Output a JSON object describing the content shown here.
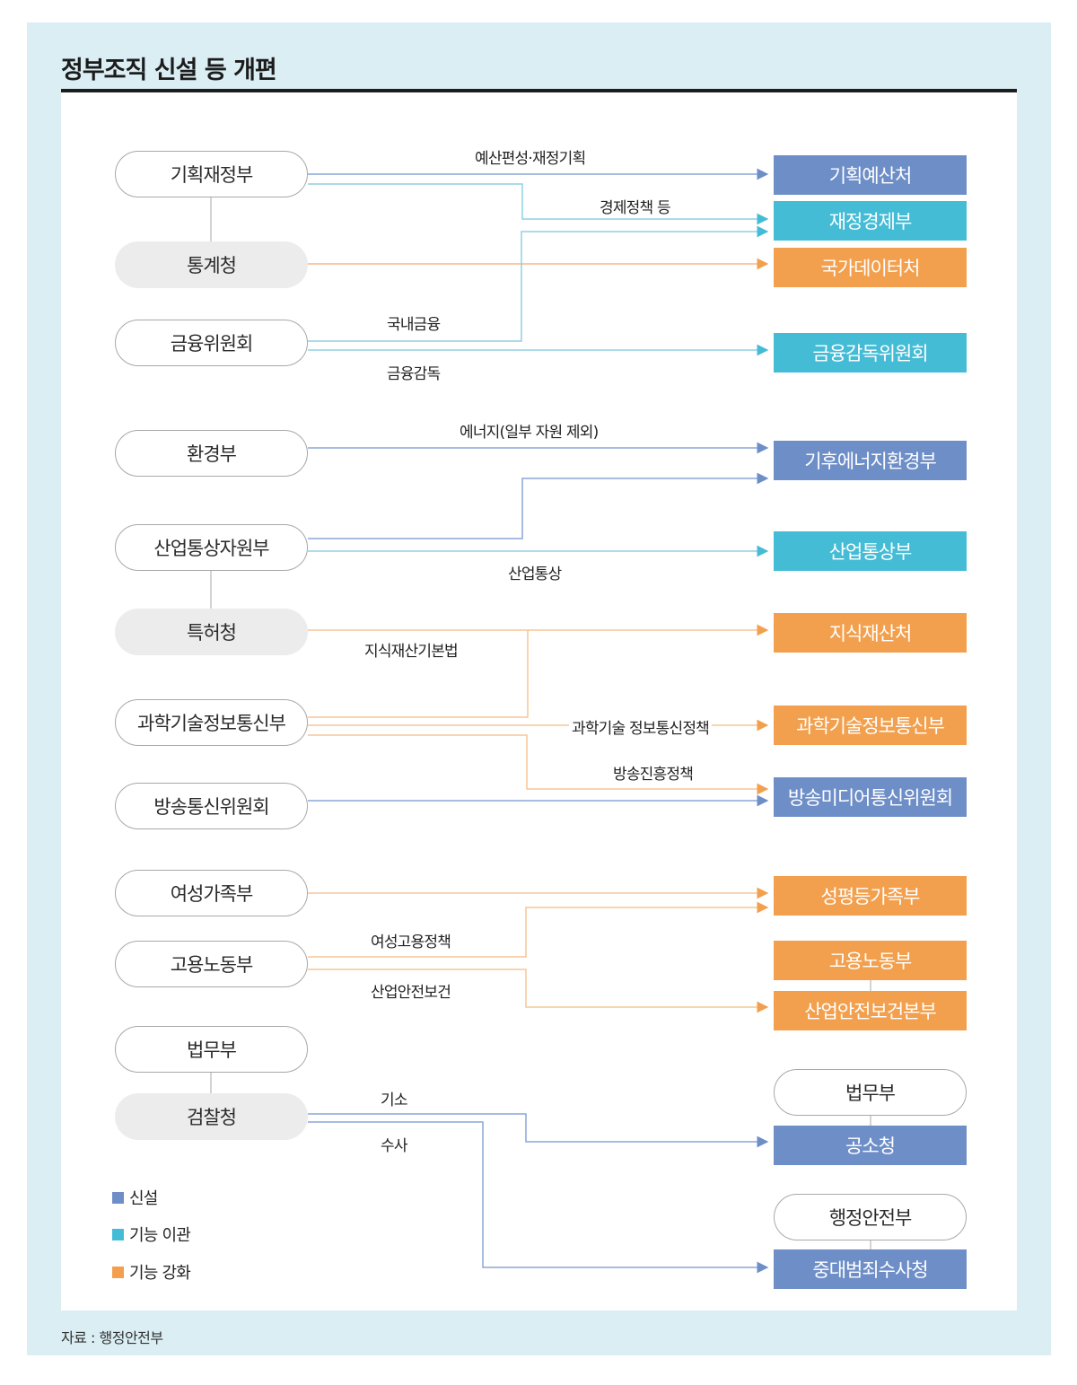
{
  "title": "정부조직 신설 등 개편",
  "source": "자료 : 행정안전부",
  "colors": {
    "new": "#6e8ec8",
    "transfer": "#45bcd6",
    "strengthen": "#f2a04e",
    "panel_bg": "#daeef4",
    "agency_bg": "#ececec"
  },
  "legend": [
    {
      "label": "신설",
      "color": "#6e8ec8"
    },
    {
      "label": "기능 이관",
      "color": "#45bcd6"
    },
    {
      "label": "기능 강화",
      "color": "#f2a04e"
    }
  ],
  "current_orgs": [
    {
      "id": "moef",
      "label": "기획재정부",
      "type": "ministry"
    },
    {
      "id": "kostat",
      "label": "통계청",
      "type": "agency"
    },
    {
      "id": "fsc",
      "label": "금융위원회",
      "type": "ministry"
    },
    {
      "id": "me",
      "label": "환경부",
      "type": "ministry"
    },
    {
      "id": "motie",
      "label": "산업통상자원부",
      "type": "ministry"
    },
    {
      "id": "kipo",
      "label": "특허청",
      "type": "agency"
    },
    {
      "id": "msit",
      "label": "과학기술정보통신부",
      "type": "ministry"
    },
    {
      "id": "kcc",
      "label": "방송통신위원회",
      "type": "ministry"
    },
    {
      "id": "mogef",
      "label": "여성가족부",
      "type": "ministry"
    },
    {
      "id": "moel",
      "label": "고용노동부",
      "type": "ministry"
    },
    {
      "id": "moj",
      "label": "법무부",
      "type": "ministry"
    },
    {
      "id": "spo",
      "label": "검찰청",
      "type": "agency"
    }
  ],
  "new_orgs": [
    {
      "id": "mpb",
      "label": "기획예산처",
      "category": "신설"
    },
    {
      "id": "mofe",
      "label": "재정경제부",
      "category": "기능 이관"
    },
    {
      "id": "nda",
      "label": "국가데이터처",
      "category": "기능 강화"
    },
    {
      "id": "fss",
      "label": "금융감독위원회",
      "category": "기능 이관"
    },
    {
      "id": "mcee",
      "label": "기후에너지환경부",
      "category": "신설"
    },
    {
      "id": "mit",
      "label": "산업통상부",
      "category": "기능 이관"
    },
    {
      "id": "ipo",
      "label": "지식재산처",
      "category": "기능 강화"
    },
    {
      "id": "msit2",
      "label": "과학기술정보통신부",
      "category": "기능 강화"
    },
    {
      "id": "bmcc",
      "label": "방송미디어통신위원회",
      "category": "신설"
    },
    {
      "id": "mge",
      "label": "성평등가족부",
      "category": "기능 강화"
    },
    {
      "id": "moel2",
      "label": "고용노동부",
      "category": "기능 강화"
    },
    {
      "id": "osh",
      "label": "산업안전보건본부",
      "category": "기능 강화"
    },
    {
      "id": "moj2",
      "label": "법무부",
      "category": "parent"
    },
    {
      "id": "pro",
      "label": "공소청",
      "category": "신설"
    },
    {
      "id": "mois",
      "label": "행정안전부",
      "category": "parent"
    },
    {
      "id": "scia",
      "label": "중대범죄수사청",
      "category": "신설"
    }
  ],
  "flow_labels": {
    "budget": "예산편성·재정기획",
    "econ": "경제정책 등",
    "domestic_fin": "국내금융",
    "fin_sup": "금융감독",
    "energy": "에너지(일부 자원 제외)",
    "trade": "산업통상",
    "ip_law": "지식재산기본법",
    "sci_ict": "과학기술 정보통신정책",
    "broadcast": "방송진흥정책",
    "women_emp": "여성고용정책",
    "safety": "산업안전보건",
    "prosecution": "기소",
    "investigation": "수사"
  },
  "chart_data": {
    "type": "diagram",
    "title": "정부조직 신설 등 개편",
    "edges": [
      {
        "from": "기획재정부",
        "to": "기획예산처",
        "label": "예산편성·재정기획",
        "category": "신설"
      },
      {
        "from": "기획재정부",
        "to": "재정경제부",
        "label": "경제정책 등",
        "category": "기능 이관"
      },
      {
        "from": "통계청",
        "to": "국가데이터처",
        "label": "",
        "category": "기능 강화"
      },
      {
        "from": "금융위원회",
        "to": "재정경제부",
        "label": "국내금융",
        "category": "기능 이관"
      },
      {
        "from": "금융위원회",
        "to": "금융감독위원회",
        "label": "금융감독",
        "category": "기능 이관"
      },
      {
        "from": "환경부",
        "to": "기후에너지환경부",
        "label": "에너지(일부 자원 제외)",
        "category": "신설"
      },
      {
        "from": "산업통상자원부",
        "to": "기후에너지환경부",
        "label": "",
        "category": "신설"
      },
      {
        "from": "산업통상자원부",
        "to": "산업통상부",
        "label": "산업통상",
        "category": "기능 이관"
      },
      {
        "from": "특허청",
        "to": "지식재산처",
        "label": "",
        "category": "기능 강화"
      },
      {
        "from": "과학기술정보통신부",
        "to": "지식재산처",
        "label": "지식재산기본법",
        "category": "기능 강화"
      },
      {
        "from": "과학기술정보통신부",
        "to": "과학기술정보통신부",
        "label": "과학기술 정보통신정책",
        "category": "기능 강화"
      },
      {
        "from": "과학기술정보통신부",
        "to": "방송미디어통신위원회",
        "label": "방송진흥정책",
        "category": "기능 강화"
      },
      {
        "from": "방송통신위원회",
        "to": "방송미디어통신위원회",
        "label": "",
        "category": "신설"
      },
      {
        "from": "여성가족부",
        "to": "성평등가족부",
        "label": "",
        "category": "기능 강화"
      },
      {
        "from": "고용노동부",
        "to": "성평등가족부",
        "label": "여성고용정책",
        "category": "기능 강화"
      },
      {
        "from": "고용노동부",
        "to": "산업안전보건본부",
        "label": "산업안전보건",
        "category": "기능 강화"
      },
      {
        "from": "검찰청",
        "to": "공소청",
        "label": "기소",
        "category": "신설"
      },
      {
        "from": "검찰청",
        "to": "중대범죄수사청",
        "label": "수사",
        "category": "신설"
      }
    ],
    "legend": [
      "신설",
      "기능 이관",
      "기능 강화"
    ]
  }
}
